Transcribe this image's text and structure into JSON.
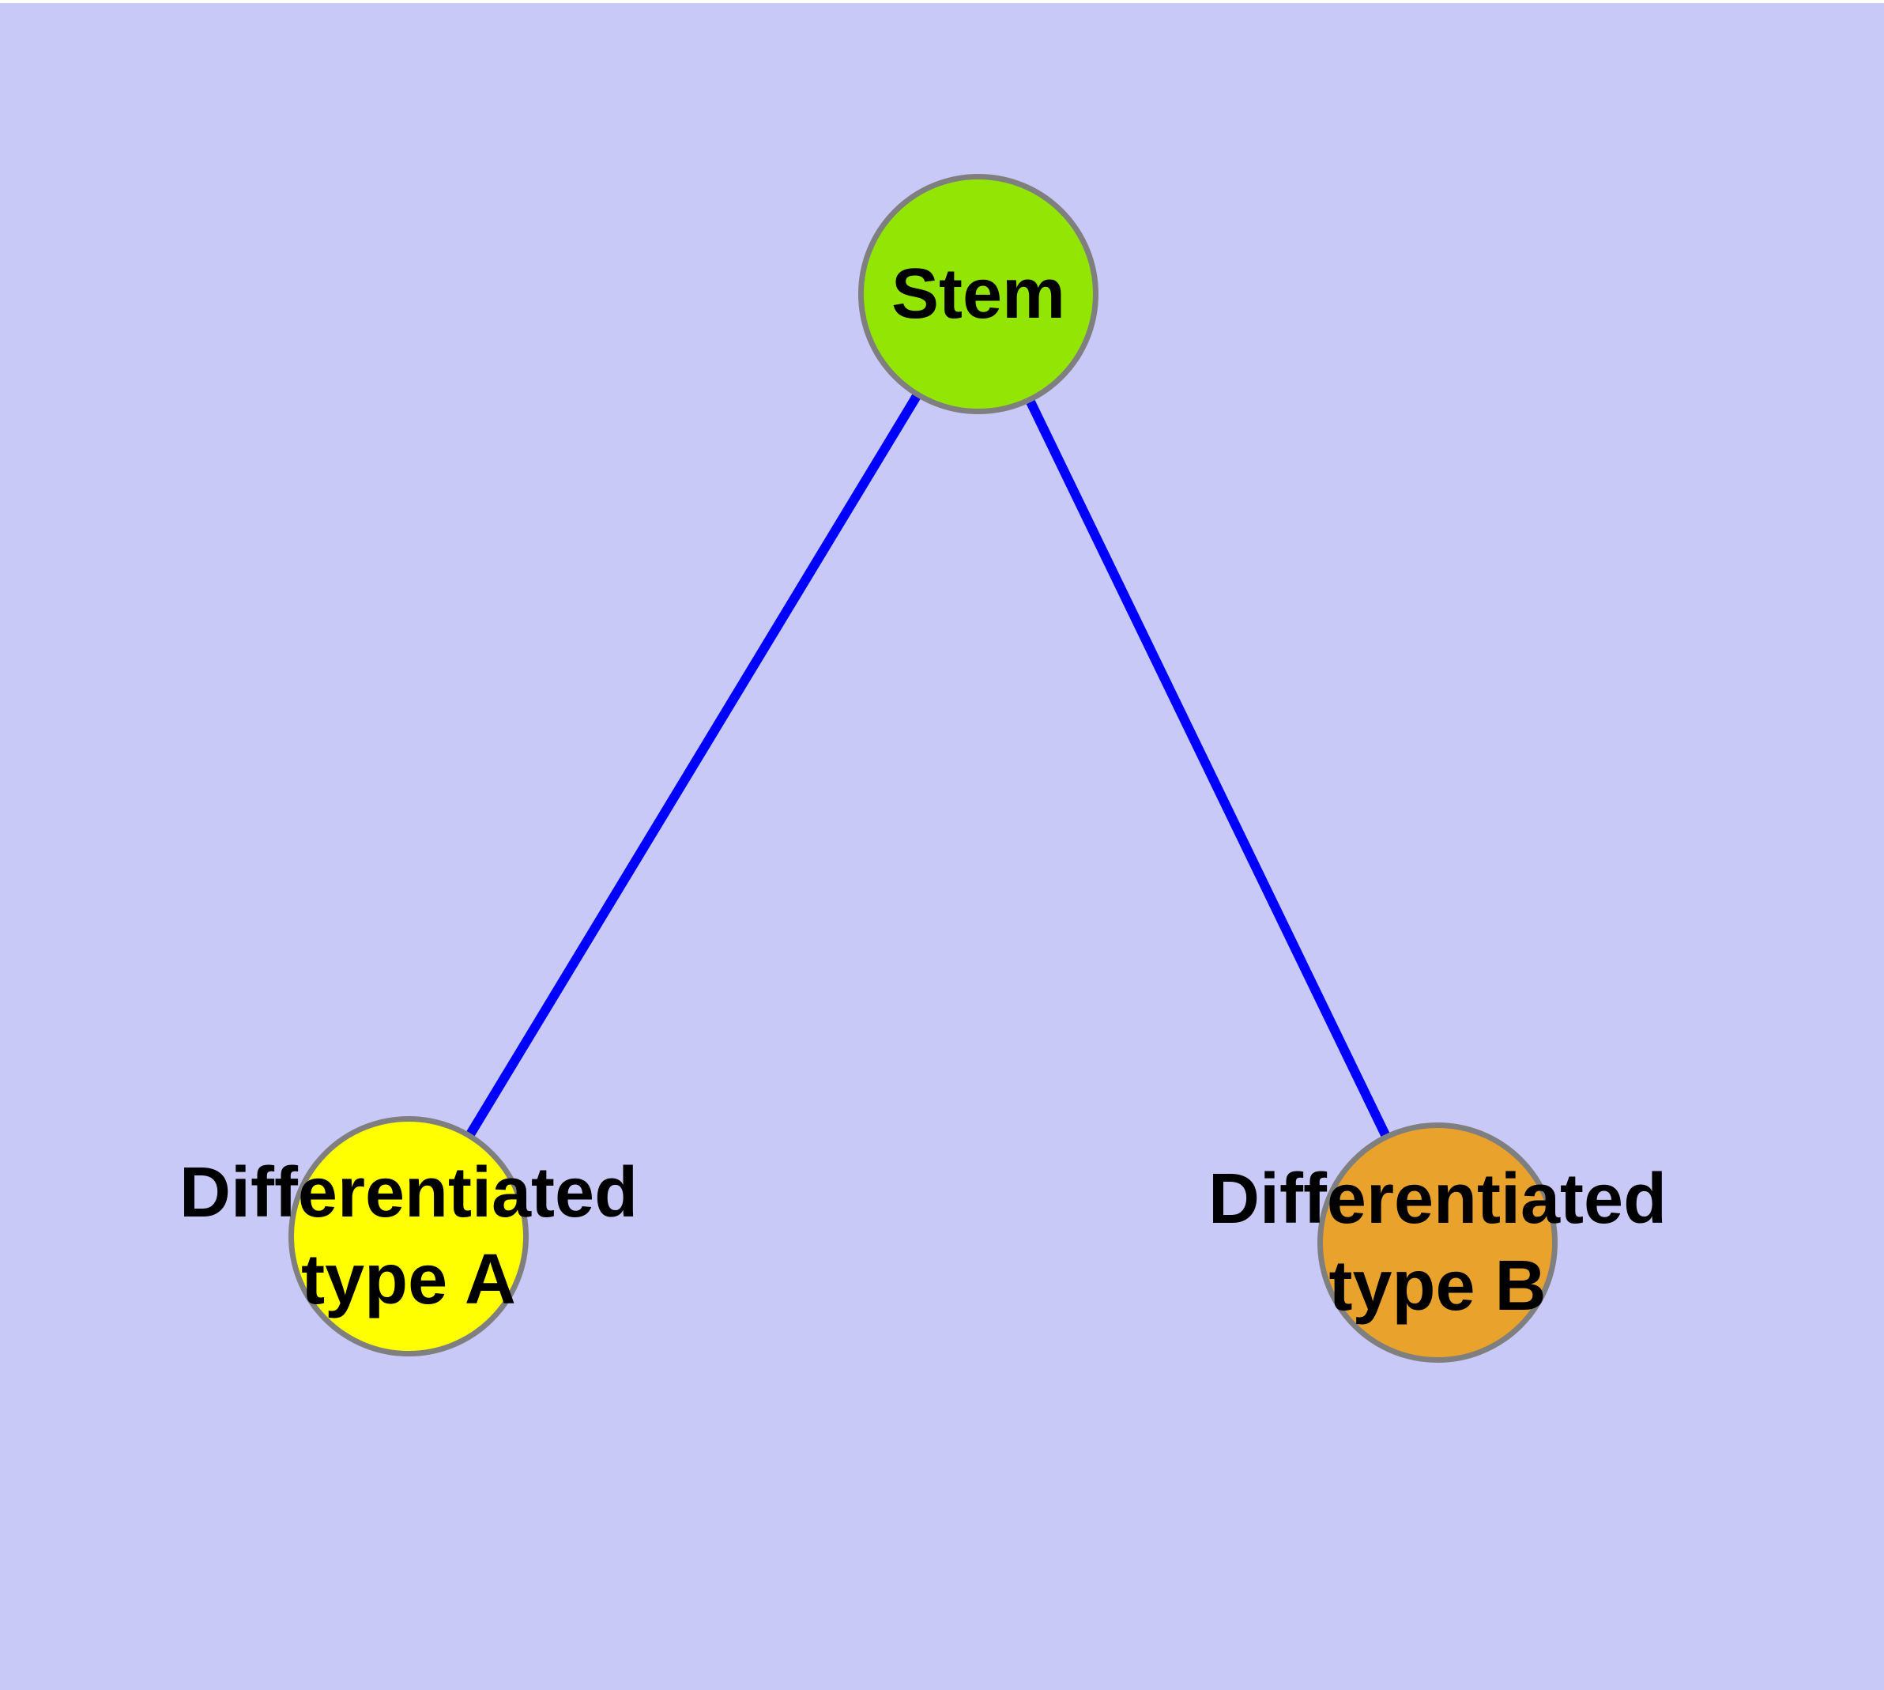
{
  "page": {
    "top_strip_color": "#FFFFFF",
    "canvas_background": "#C9C9F7"
  },
  "diagram": {
    "type": "graph",
    "edge_color": "#0000FF",
    "node_border_color": "#7F7F7F",
    "label_color": "#000000",
    "nodes": [
      {
        "id": "stem",
        "label": "Stem",
        "lines": [
          "Stem"
        ],
        "fill": "#93E603"
      },
      {
        "id": "type-a",
        "label": "Differentiated type A",
        "lines": [
          "Differentiated",
          "type A"
        ],
        "fill": "#FFFF00"
      },
      {
        "id": "type-b",
        "label": "Differentiated type B",
        "lines": [
          "Differentiated",
          "type B"
        ],
        "fill": "#E9A32C"
      }
    ],
    "edges": [
      {
        "from": "stem",
        "to": "type-a"
      },
      {
        "from": "stem",
        "to": "type-b"
      }
    ]
  }
}
